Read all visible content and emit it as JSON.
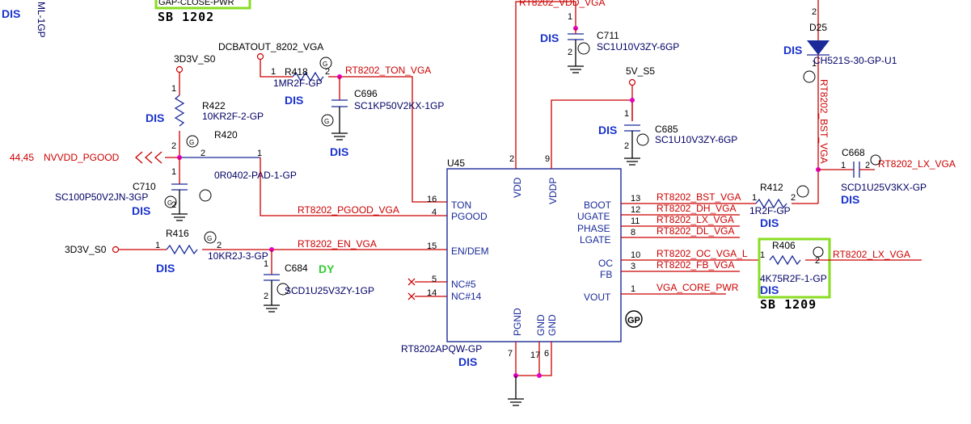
{
  "fragments": {
    "top_left_net": "ML-1GP",
    "top_left_dis": "DIS",
    "top_box_label": "GAP-CLOSE-PWR",
    "top_box_sb": "SB 1202"
  },
  "nets": {
    "dcbatout": "DCBATOUT_8202_VGA",
    "v3d3_top": "3D3V_S0",
    "v3d3_left": "3D3V_S0",
    "ton": "RT8202_TON_VGA",
    "vdd_vga": "RT8202_VDD_VGA",
    "v5": "5V_S5",
    "bst": "RT8202_BST_VGA",
    "lx_top": "RT8202_LX_VGA",
    "pgood_in": "NVVDD_PGOOD",
    "pgood_in_ref": "44,45",
    "pgood_vga": "RT8202_PGOOD_VGA",
    "en_vga": "RT8202_EN_VGA",
    "bst_out": "RT8202_BST_VGA",
    "dh": "RT8202_DH_VGA",
    "lx": "RT8202_LX_VGA",
    "dl": "RT8202_DL_VGA",
    "oc": "RT8202_OC_VGA_L",
    "fb": "RT8202_FB_VGA",
    "core": "VGA_CORE_PWR",
    "lx_right": "RT8202_LX_VGA"
  },
  "components": {
    "r418": {
      "ref": "R418",
      "value": "1MR2F-GP",
      "dis": "DIS",
      "pin1": "1",
      "pin2": "2"
    },
    "c696": {
      "ref": "C696",
      "value": "SC1KP50V2KX-1GP",
      "dis": "DIS"
    },
    "r422": {
      "ref": "R422",
      "value": "10KR2F-2-GP",
      "dis": "DIS",
      "pin1": "1",
      "pin2": "2"
    },
    "r420": {
      "ref": "R420",
      "value": "0R0402-PAD-1-GP",
      "pin1": "1",
      "pin2": "2"
    },
    "c710": {
      "ref": "C710",
      "value": "SC100P50V2JN-3GP",
      "dis": "DIS",
      "pin1": "1",
      "pin2": "2"
    },
    "r416": {
      "ref": "R416",
      "value": "10KR2J-3-GP",
      "dis": "DIS",
      "pin1": "1",
      "pin2": "2"
    },
    "c684": {
      "ref": "C684",
      "value": "SCD1U25V3ZY-1GP",
      "dy": "DY",
      "pin1": "1",
      "pin2": "2"
    },
    "c711": {
      "ref": "C711",
      "value": "SC1U10V3ZY-6GP",
      "dis": "DIS",
      "pin1": "1",
      "pin2": "2"
    },
    "c685": {
      "ref": "C685",
      "value": "SC1U10V3ZY-6GP",
      "dis": "DIS",
      "pin1": "1",
      "pin2": "2"
    },
    "d25": {
      "ref": "D25",
      "value": "CH521S-30-GP-U1",
      "dis": "DIS",
      "pin1": "1",
      "pin2": "2"
    },
    "c668": {
      "ref": "C668",
      "value": "SCD1U25V3KX-GP",
      "dis": "DIS",
      "pin1": "1",
      "pin2": "2"
    },
    "r412": {
      "ref": "R412",
      "value": "1R2F-GP",
      "dis": "DIS",
      "pin1": "1",
      "pin2": "2"
    },
    "r406": {
      "ref": "R406",
      "value": "4K75R2F-1-GP",
      "dis": "DIS",
      "sb": "SB 1209",
      "pin1": "1",
      "pin2": "2"
    }
  },
  "ic": {
    "ref": "U45",
    "part": "RT8202APQW-GP",
    "dis": "DIS",
    "gp_mark": "GP",
    "pins": {
      "ton": {
        "num": "16",
        "name": "TON"
      },
      "pgood": {
        "num": "4",
        "name": "PGOOD"
      },
      "en": {
        "num": "15",
        "name": "EN/DEM"
      },
      "nc5": {
        "num": "5",
        "name": "NC#5"
      },
      "nc14": {
        "num": "14",
        "name": "NC#14"
      },
      "vdd": {
        "num": "2",
        "name": "VDD"
      },
      "vddp": {
        "num": "9",
        "name": "VDDP"
      },
      "boot": {
        "num": "13",
        "name": "BOOT"
      },
      "ugate": {
        "num": "12",
        "name": "UGATE"
      },
      "phase": {
        "num": "11",
        "name": "PHASE"
      },
      "lgate": {
        "num": "8",
        "name": "LGATE"
      },
      "oc": {
        "num": "10",
        "name": "OC"
      },
      "fb": {
        "num": "3",
        "name": "FB"
      },
      "vout": {
        "num": "1",
        "name": "VOUT"
      },
      "pgnd": {
        "num": "7",
        "name": "PGND"
      },
      "gnd1": {
        "num": "17",
        "name": "GND"
      },
      "gnd2": {
        "num": "6",
        "name": "GND"
      }
    }
  },
  "colors": {
    "wire": "#cc0000",
    "body": "#1a2a99",
    "dis": "#1a33cc",
    "dy": "#33cc33",
    "junction": "#e000c0",
    "highlight_box": "#88dd22"
  }
}
